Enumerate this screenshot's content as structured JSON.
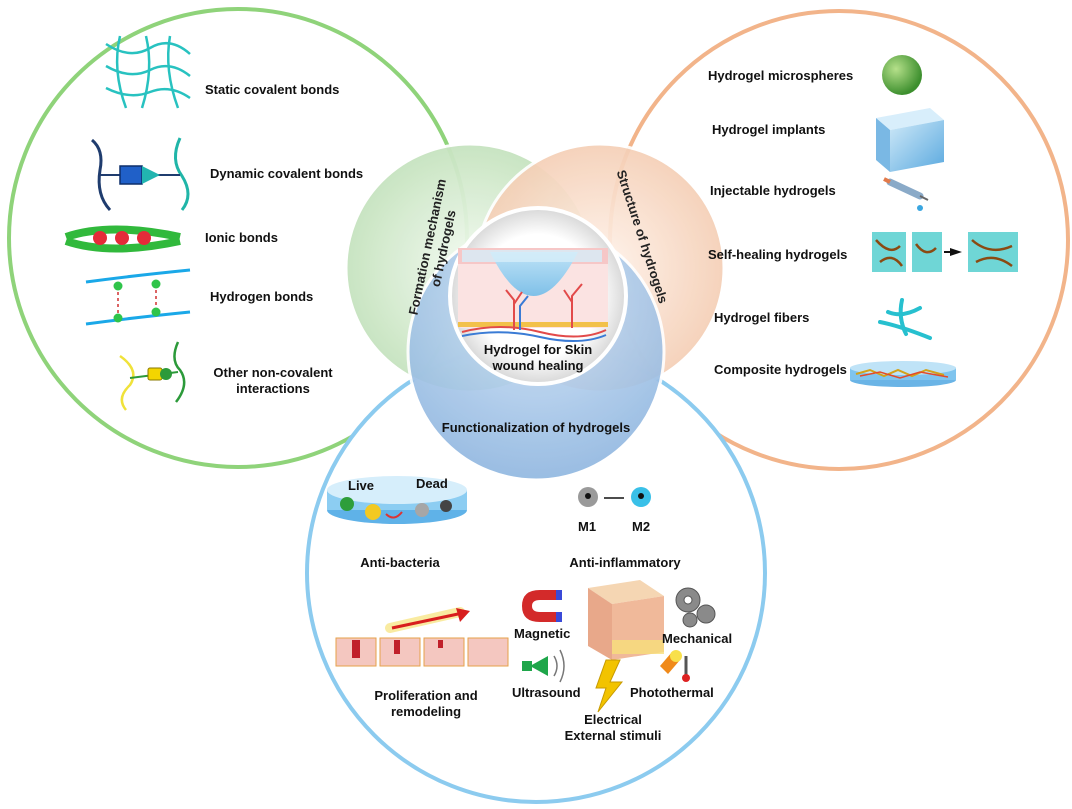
{
  "center": {
    "title_line1": "Hydrogel for Skin",
    "title_line2": "wound healing"
  },
  "petals": {
    "formation": {
      "label_line1": "Formation mechanism",
      "label_line2": "of hydrogels"
    },
    "structure": {
      "label": "Structure of hydrogels"
    },
    "functionalization": {
      "label": "Functionalization of hydrogels"
    }
  },
  "formation_panel": {
    "items": [
      {
        "label": "Static covalent bonds"
      },
      {
        "label": "Dynamic covalent bonds"
      },
      {
        "label": "Ionic bonds"
      },
      {
        "label": "Hydrogen bonds"
      },
      {
        "label_line1": "Other non-covalent",
        "label_line2": "interactions"
      }
    ]
  },
  "structure_panel": {
    "items": [
      {
        "label": "Hydrogel microspheres"
      },
      {
        "label": "Hydrogel implants"
      },
      {
        "label": "Injectable hydrogels"
      },
      {
        "label": "Self-healing hydrogels"
      },
      {
        "label": "Hydrogel fibers"
      },
      {
        "label": "Composite hydrogels"
      }
    ]
  },
  "function_panel": {
    "live": "Live",
    "dead": "Dead",
    "anti_bacteria": "Anti-bacteria",
    "m1": "M1",
    "m2": "M2",
    "anti_inflammatory": "Anti-inflammatory",
    "proliferation_line1": "Proliferation and",
    "proliferation_line2": "remodeling",
    "magnetic": "Magnetic",
    "mechanical": "Mechanical",
    "ultrasound": "Ultrasound",
    "photothermal": "Photothermal",
    "electrical": "Electrical",
    "external_stimuli": "External stimuli"
  },
  "colors": {
    "green_ring": "#8fd37a",
    "orange_ring": "#f2b48a",
    "blue_ring": "#8ccbef",
    "green_petal": "#cfe8c9",
    "orange_petal": "#f9dcc8",
    "blue_petal": "#a9c9ea"
  }
}
